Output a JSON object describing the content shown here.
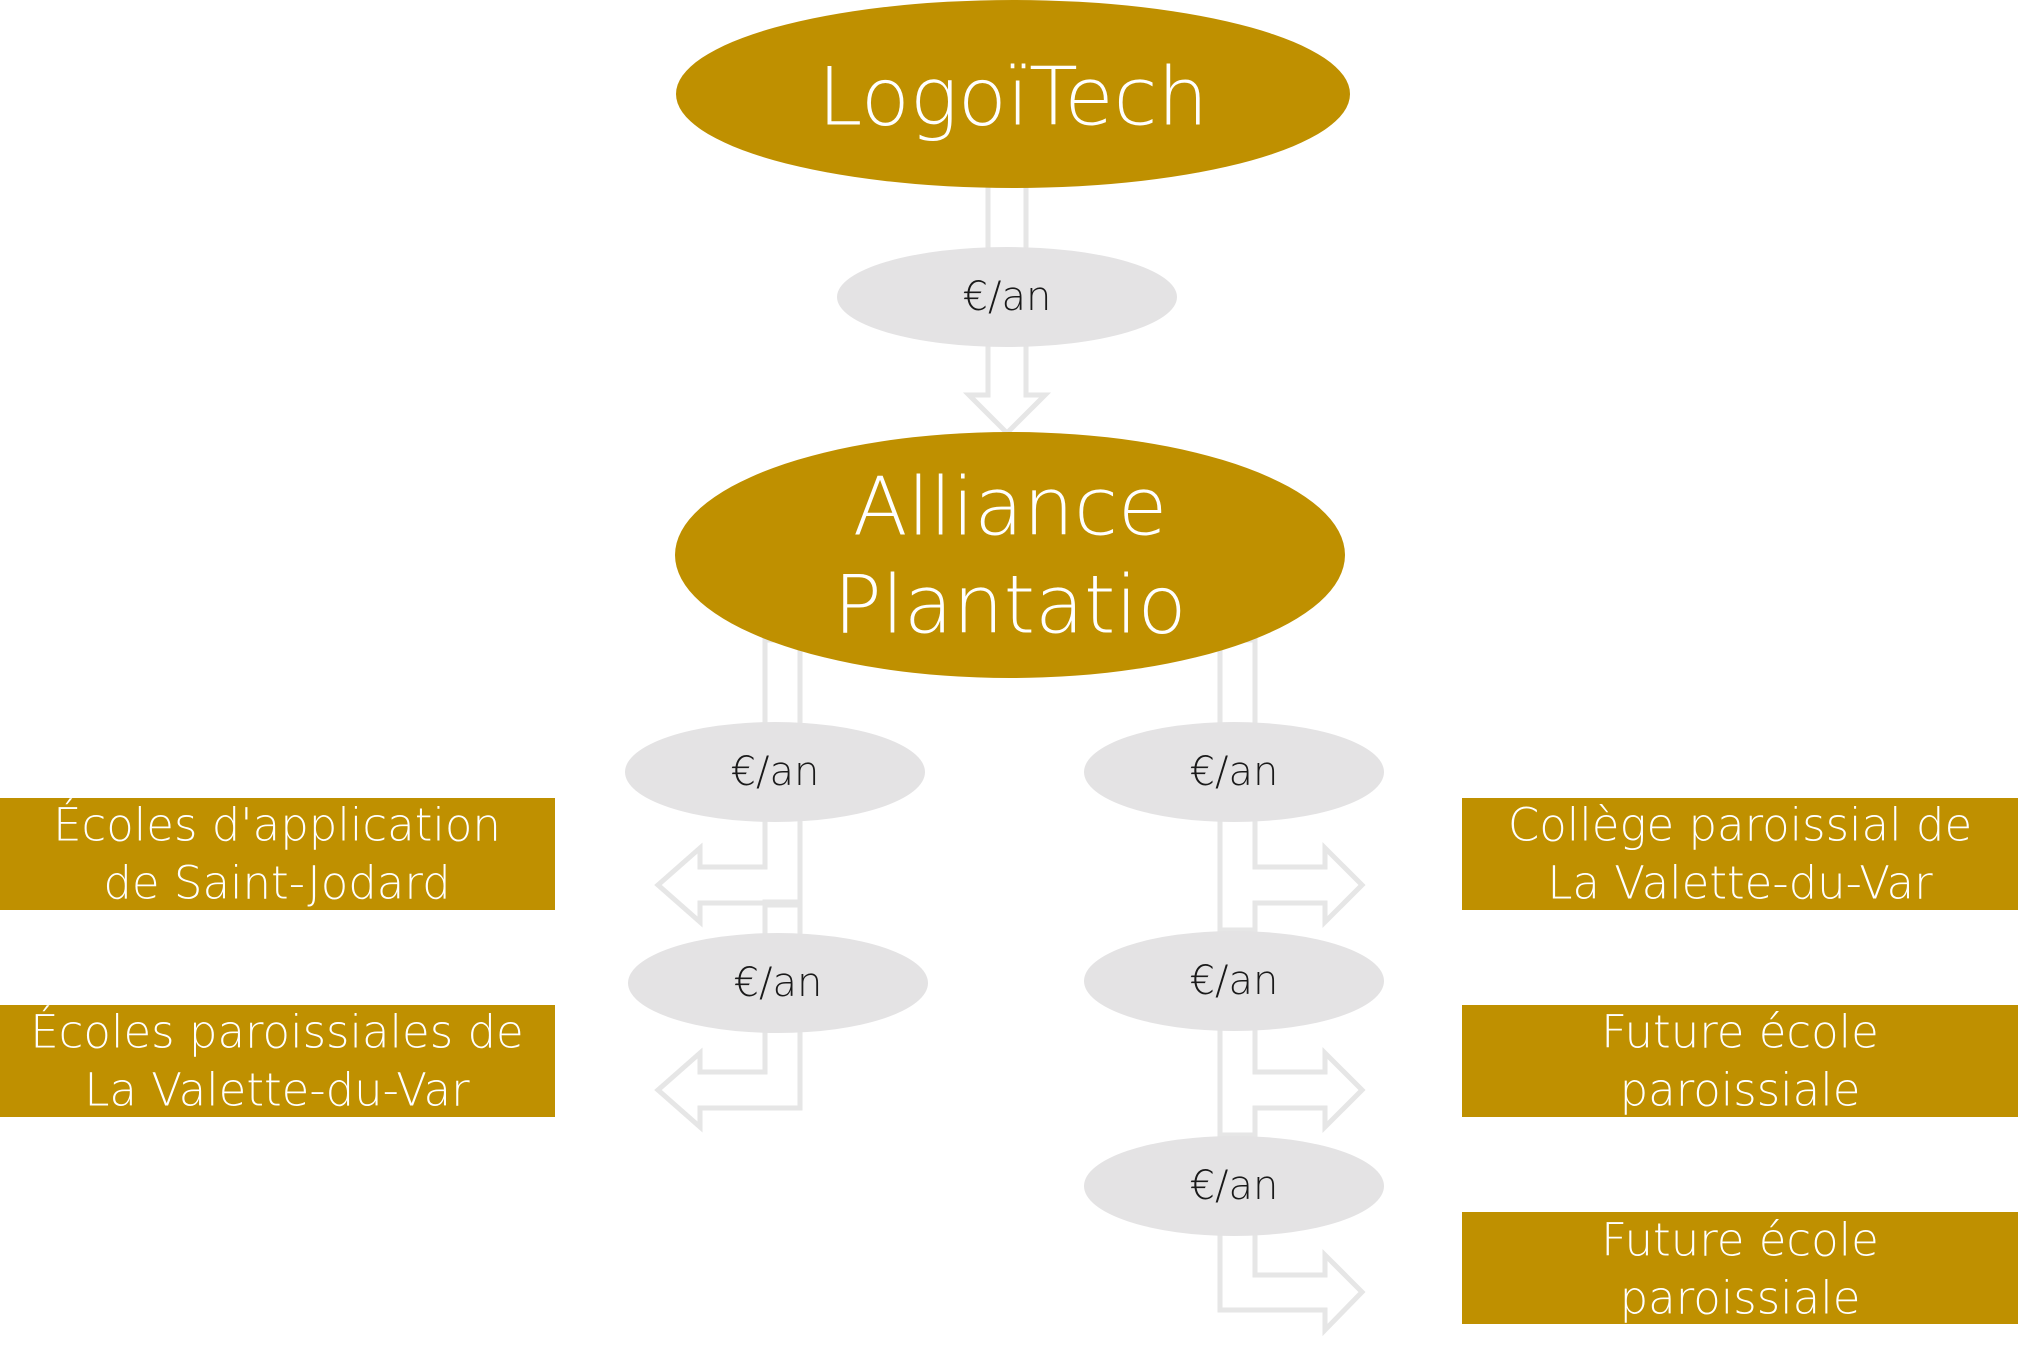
{
  "colors": {
    "node_fill": "#bf9000",
    "node_text": "#ffffff",
    "flow_fill": "#e4e3e4",
    "flow_text": "#1a1a1a",
    "arrow_stroke": "#e6e6e6"
  },
  "nodes": {
    "logoitech": {
      "label": "LogoïTech"
    },
    "alliance": {
      "line1": "Alliance",
      "line2": "Plantatio"
    },
    "ecoles_saint_jodard": {
      "line1": "Écoles d'application",
      "line2": "de Saint-Jodard"
    },
    "ecoles_paroissiales": {
      "line1": "Écoles paroissiales de",
      "line2": "La Valette-du-Var"
    },
    "college_paroissial": {
      "line1": "Collège paroissial de",
      "line2": "La Valette-du-Var"
    },
    "future_ecole_1": {
      "line1": "Future école",
      "line2": "paroissiale"
    },
    "future_ecole_2": {
      "line1": "Future école",
      "line2": "paroissiale"
    }
  },
  "flows": {
    "logoitech_to_alliance": {
      "label": "€/an"
    },
    "left_1": {
      "label": "€/an"
    },
    "left_2": {
      "label": "€/an"
    },
    "right_1": {
      "label": "€/an"
    },
    "right_2": {
      "label": "€/an"
    },
    "right_3": {
      "label": "€/an"
    }
  }
}
